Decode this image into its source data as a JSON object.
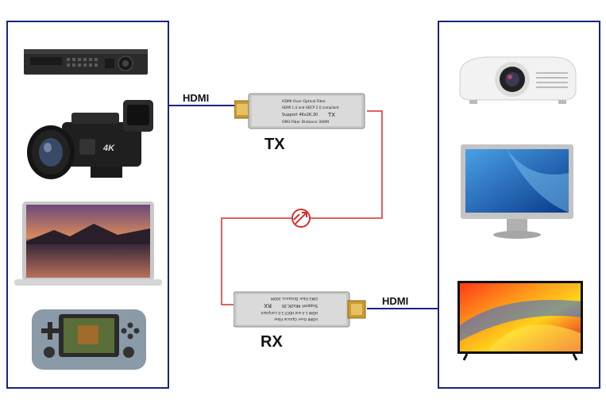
{
  "labels": {
    "hdmi_in": "HDMI",
    "hdmi_out": "HDMI",
    "tx": "TX",
    "rx": "RX"
  },
  "tx_module": {
    "line1": "HDMI Over Optical Fiber",
    "line2": "HDMI 1.4 and HDCP 2.0 compliant",
    "line3": "Support 4Kx2K,30",
    "line3_tag": "TX",
    "line4": "OM3 Fiber Distance 300M"
  },
  "rx_module": {
    "line1": "HDMI Over Optical Fiber",
    "line2": "HDMI 1.4 and HDCP 2.0 compliant",
    "line3": "Support 4Kx2K,30",
    "line3_tag": "RX",
    "line4": "OM3 Fiber Distance 300M"
  },
  "camera_badge": "4K",
  "colors": {
    "panel_border": "#1a237e",
    "fiber_line": "#d32f2f",
    "hdmi_line": "#1a237e"
  }
}
